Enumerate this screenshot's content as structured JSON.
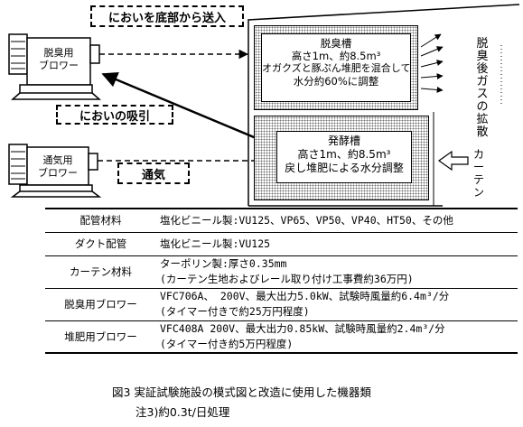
{
  "diagram": {
    "label_top": "においを底部から送入",
    "label_suction": "においの吸引",
    "label_aeration": "通気",
    "blower_deodor": [
      "脱臭用",
      "ブロワー"
    ],
    "blower_aeration": [
      "通気用",
      "ブロワー"
    ],
    "tank_deodor": {
      "title": "脱臭槽",
      "lines": [
        "高さ1m、約8.5m³",
        "オガクズと豚ぷん堆肥を混合して",
        "水分約60%に調整"
      ]
    },
    "tank_ferment": {
      "title": "発酵槽",
      "lines": [
        "高さ1m、約8.5m³",
        "戻し堆肥による水分調整"
      ]
    },
    "gas_label": "脱臭後ガスの拡散",
    "curtain_label": "カーテン"
  },
  "spec_table": [
    {
      "name": "配管材料",
      "lines": [
        "塩化ビニール製:VU125、VP65、VP50、VP40、HT50、その他"
      ]
    },
    {
      "name": "ダクト配管",
      "lines": [
        "塩化ビニール製:VU125"
      ]
    },
    {
      "name": "カーテン材料",
      "lines": [
        "ターポリン製:厚さ0.35mm",
        "(カーテン生地およびレール取り付け工事費約36万円)"
      ]
    },
    {
      "name": "脱臭用ブロワー",
      "lines": [
        "VFC706A、 200V、最大出力5.0kW、試験時風量約6.4m³/分",
        "(タイマー付きで約25万円程度)"
      ]
    },
    {
      "name": "堆肥用ブロワー",
      "lines": [
        "VFC408A  200V、最大出力0.85kW、試験時風量約2.4m³/分",
        "(タイマー付き約5万円程度)"
      ]
    }
  ],
  "caption": {
    "title": "図3  実証試験施設の模式図と改造に使用した機器類",
    "note": "注3)約0.3t/日処理"
  }
}
